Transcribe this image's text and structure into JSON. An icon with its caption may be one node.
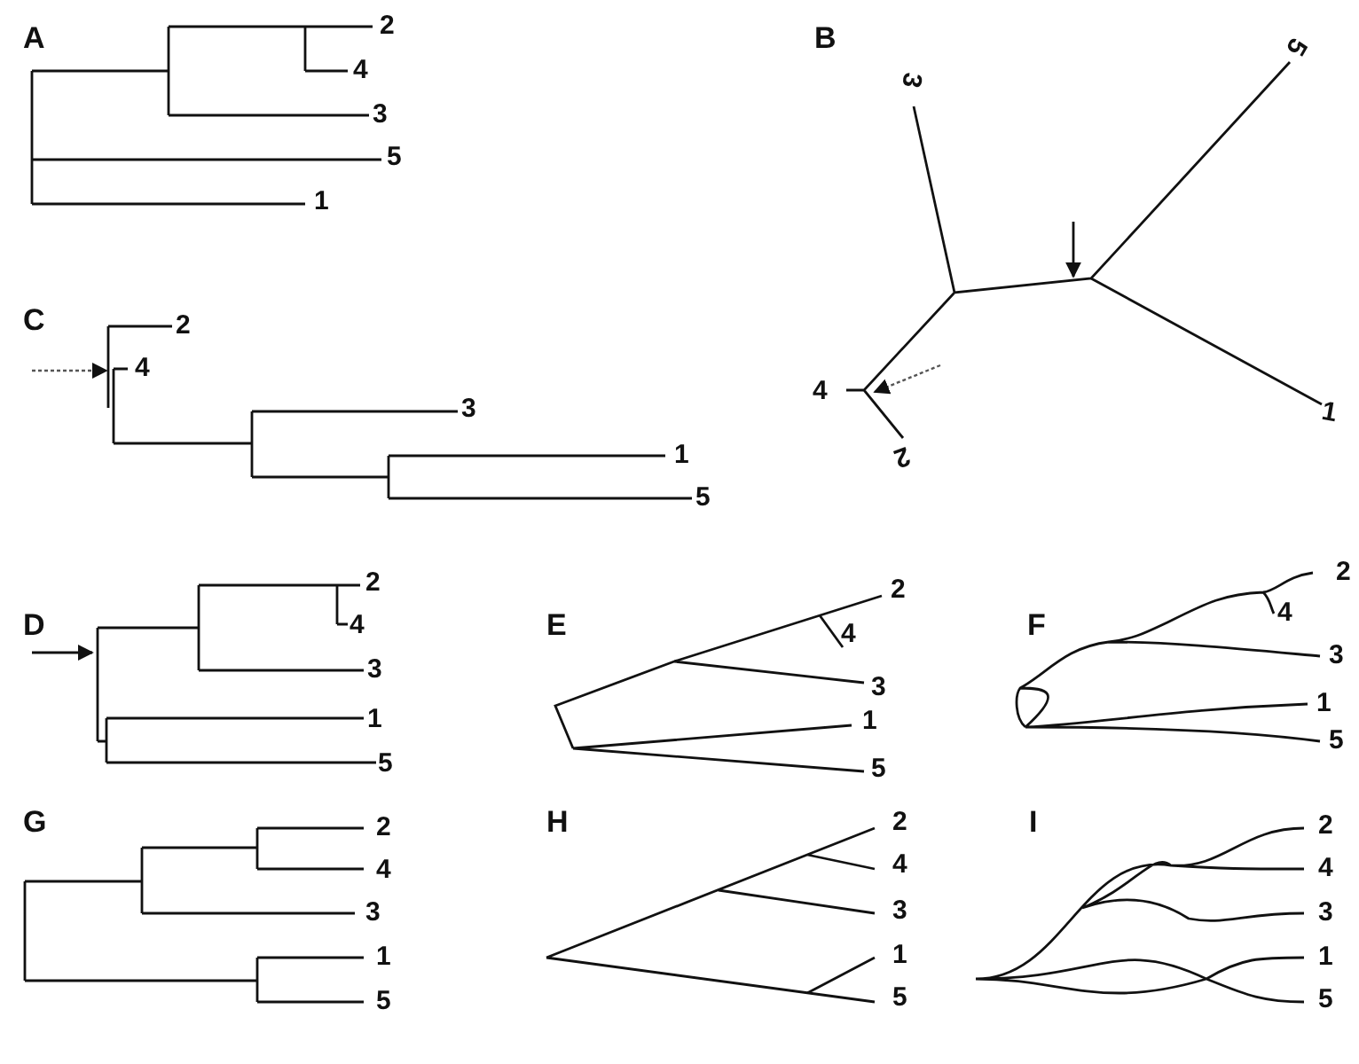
{
  "diagram": {
    "labels": [
      "A",
      "2",
      "4",
      "3",
      "5",
      "1",
      "B",
      "3",
      "5",
      "4",
      "1",
      "2",
      "C",
      "2",
      "4",
      "3",
      "1",
      "5",
      "D",
      "2",
      "4",
      "3",
      "1",
      "5",
      "E",
      "2",
      "4",
      "3",
      "1",
      "5",
      "F",
      "2",
      "4",
      "3",
      "1",
      "5",
      "G",
      "2",
      "4",
      "3",
      "1",
      "5",
      "H",
      "2",
      "4",
      "3",
      "1",
      "5",
      "I",
      "2",
      "4",
      "3",
      "1",
      "5"
    ]
  }
}
